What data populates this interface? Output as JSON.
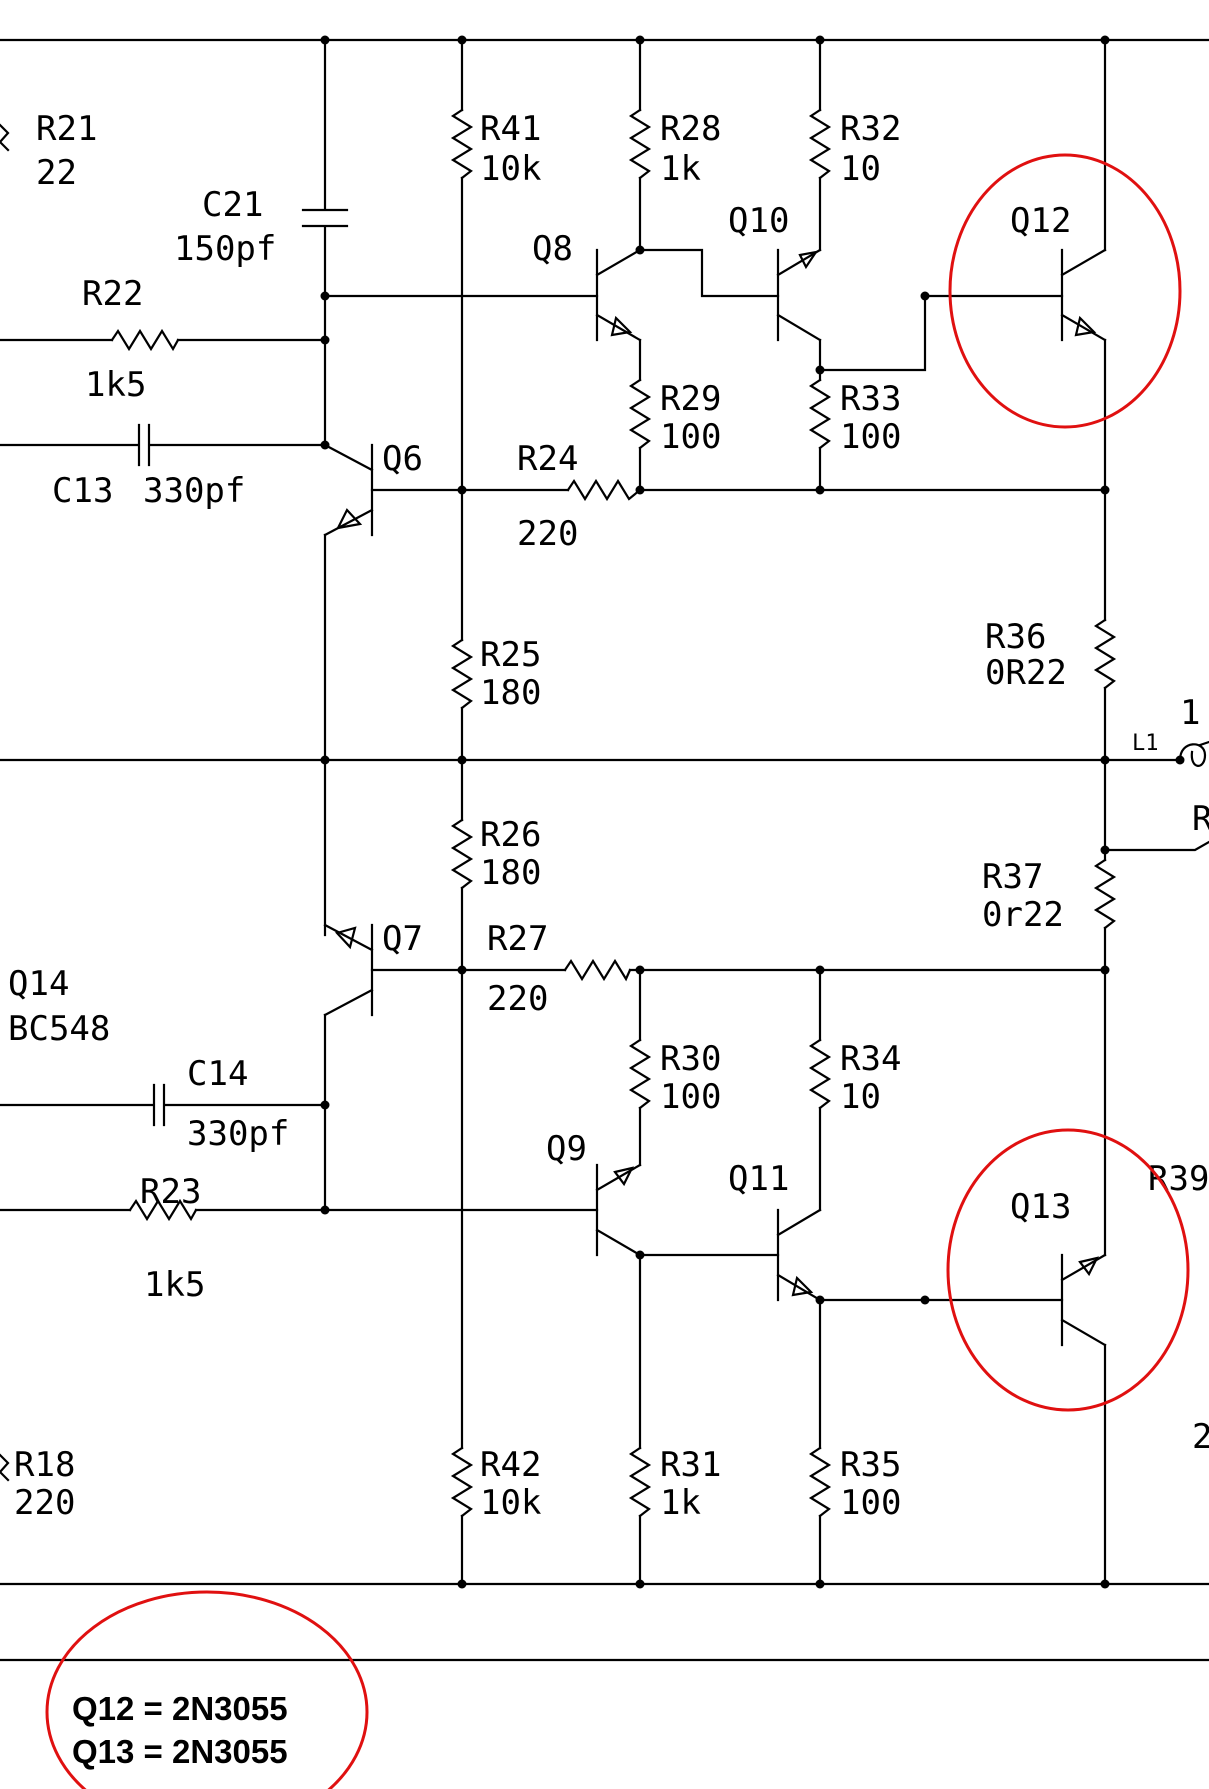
{
  "components": {
    "R21": {
      "ref": "R21",
      "value": "22"
    },
    "R22": {
      "ref": "R22",
      "value": "1k5"
    },
    "C21": {
      "ref": "C21",
      "value": "150pf"
    },
    "C13": {
      "ref": "C13",
      "value": "330pf"
    },
    "R41": {
      "ref": "R41",
      "value": "10k"
    },
    "R28": {
      "ref": "R28",
      "value": "1k"
    },
    "R32": {
      "ref": "R32",
      "value": "10"
    },
    "R29": {
      "ref": "R29",
      "value": "100"
    },
    "R33": {
      "ref": "R33",
      "value": "100"
    },
    "R24": {
      "ref": "R24",
      "value": "220"
    },
    "R25": {
      "ref": "R25",
      "value": "180"
    },
    "R26": {
      "ref": "R26",
      "value": "180"
    },
    "R36": {
      "ref": "R36",
      "value": "0R22"
    },
    "R37": {
      "ref": "R37",
      "value": "0r22"
    },
    "R27": {
      "ref": "R27",
      "value": "220"
    },
    "R30": {
      "ref": "R30",
      "value": "100"
    },
    "R34": {
      "ref": "R34",
      "value": "10"
    },
    "C14": {
      "ref": "C14",
      "value": "330pf"
    },
    "R23": {
      "ref": "R23",
      "value": "1k5"
    },
    "R18": {
      "ref": "R18",
      "value": "220"
    },
    "R42": {
      "ref": "R42",
      "value": "10k"
    },
    "R31": {
      "ref": "R31",
      "value": "1k"
    },
    "R35": {
      "ref": "R35",
      "value": "100"
    },
    "Q14": {
      "ref": "Q14",
      "value": "BC548"
    },
    "Q6": {
      "ref": "Q6"
    },
    "Q7": {
      "ref": "Q7"
    },
    "Q8": {
      "ref": "Q8"
    },
    "Q9": {
      "ref": "Q9"
    },
    "Q10": {
      "ref": "Q10"
    },
    "Q11": {
      "ref": "Q11"
    },
    "Q12": {
      "ref": "Q12"
    },
    "Q13": {
      "ref": "Q13"
    },
    "L1": {
      "ref": "L1"
    }
  },
  "edge_fragments": {
    "right_top": "1",
    "right_mid": "R",
    "right_r39": "R39",
    "right_low": "2"
  },
  "notes": {
    "line1": "Q12 = 2N3055",
    "line2": "Q13 = 2N3055"
  },
  "colors": {
    "wire": "#000000",
    "highlight": "#e01010",
    "background": "#ffffff"
  }
}
